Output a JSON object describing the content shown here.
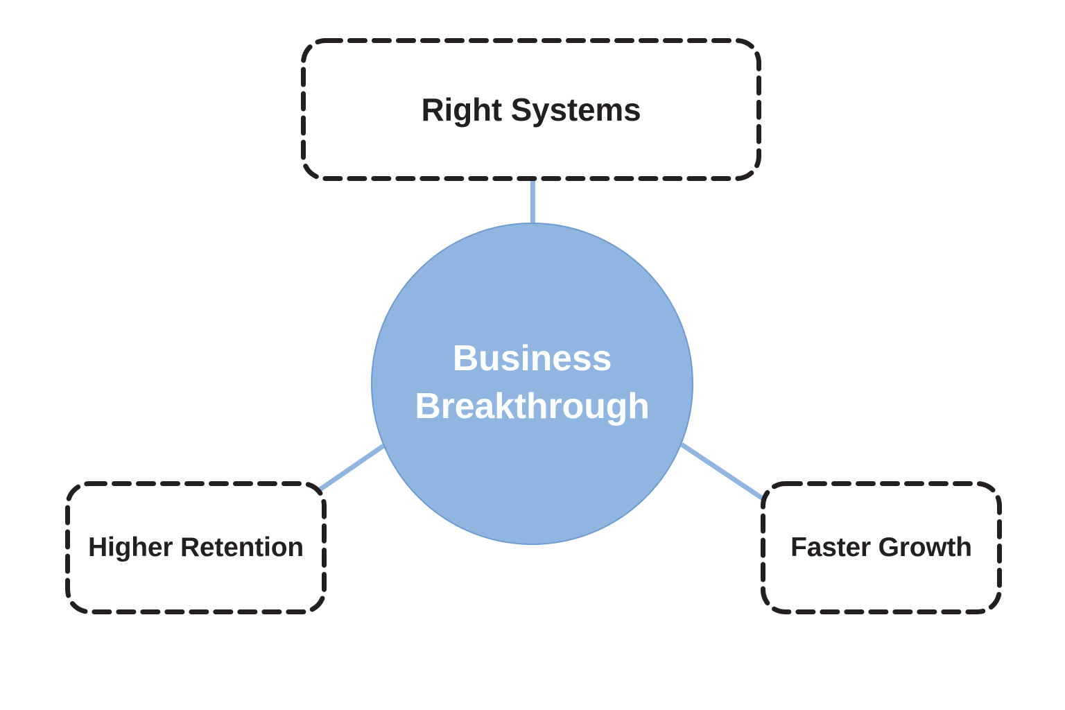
{
  "diagram": {
    "type": "hub-and-spoke",
    "background_color": "#ffffff",
    "center": {
      "label": "Business\nBreakthrough",
      "shape": "circle",
      "fill_color": "#8FB5E0",
      "border_color": "#6E9BD0",
      "text_color": "#ffffff"
    },
    "nodes": [
      {
        "id": "right-systems",
        "label": "Right Systems",
        "position": "top",
        "shape": "rounded-rectangle",
        "border_style": "dashed",
        "border_color": "#231F20",
        "text_color": "#231F20"
      },
      {
        "id": "higher-retention",
        "label": "Higher Retention",
        "position": "bottom-left",
        "shape": "rounded-rectangle",
        "border_style": "dashed",
        "border_color": "#231F20",
        "text_color": "#231F20"
      },
      {
        "id": "faster-growth",
        "label": "Faster Growth",
        "position": "bottom-right",
        "shape": "rounded-rectangle",
        "border_style": "dashed",
        "border_color": "#231F20",
        "text_color": "#231F20"
      }
    ],
    "connectors": [
      {
        "from": "center",
        "to": "right-systems",
        "color": "#8FB5E0"
      },
      {
        "from": "center",
        "to": "higher-retention",
        "color": "#8FB5E0"
      },
      {
        "from": "center",
        "to": "faster-growth",
        "color": "#8FB5E0"
      }
    ]
  }
}
